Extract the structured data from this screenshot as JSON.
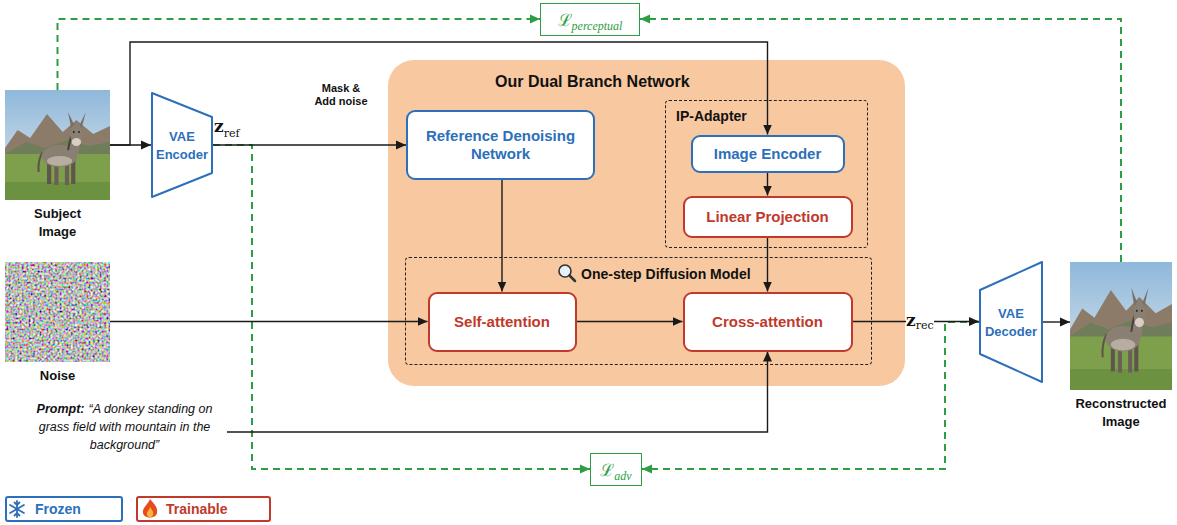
{
  "diagram": {
    "nodes": [
      {
        "text": [
          "ℒ",
          "perceptual"
        ]
      },
      {
        "text": [
          "Subject Image"
        ]
      },
      {
        "text": [
          "VAE Encoder"
        ]
      },
      {
        "text": [
          "Our Dual Branch Network"
        ]
      },
      {
        "text": [
          "Reference Denoising Network"
        ],
        "in": 3
      },
      {
        "text": [
          "IP-Adapter"
        ],
        "in": 3
      },
      {
        "text": [
          "Image Encoder"
        ],
        "in": 5
      },
      {
        "text": [
          "Linear Projection"
        ],
        "in": 5
      },
      {
        "text": [
          "One-step Diffusion Model"
        ],
        "in": 3
      },
      {
        "text": [
          "Self-attention"
        ],
        "in": 8
      },
      {
        "text": [
          "Cross-attention"
        ],
        "in": 8
      },
      {
        "text": [
          "VAE Decoder"
        ]
      },
      {
        "text": [
          "Reconstructed Image"
        ]
      },
      {
        "text": [
          "Noise"
        ]
      },
      {
        "text": [
          "Prompt:",
          "“A donkey standing on grass field with mountain in the background”"
        ]
      },
      {
        "text": [
          "ℒ",
          "adv"
        ]
      }
    ],
    "edges": [
      {
        "from": 1,
        "to": 2,
        "arrow": "to"
      },
      {
        "from": 1,
        "to": 6,
        "arrow": "to"
      },
      {
        "from": 2,
        "to": 4,
        "arrow": "to",
        "label": "Mask & Add noise"
      },
      {
        "from": 4,
        "to": 9,
        "arrow": "to"
      },
      {
        "from": 6,
        "to": 7,
        "arrow": "to"
      },
      {
        "from": 7,
        "to": 10,
        "arrow": "to"
      },
      {
        "from": 13,
        "to": 9,
        "arrow": "to"
      },
      {
        "from": 9,
        "to": 10,
        "arrow": "to"
      },
      {
        "from": 14,
        "to": 10,
        "arrow": "to"
      },
      {
        "from": 10,
        "to": 11,
        "arrow": "to"
      },
      {
        "from": 11,
        "to": 12,
        "arrow": "to"
      },
      {
        "from": 1,
        "to": 0,
        "arrow": "to"
      },
      {
        "from": 12,
        "to": 0,
        "arrow": "to"
      },
      {
        "from": 2,
        "to": 15,
        "arrow": "to"
      },
      {
        "from": 11,
        "to": 15,
        "arrow": "to"
      }
    ],
    "labels": [
      "z",
      "ref",
      "z",
      "rec"
    ],
    "legend": [
      {
        "text": "Frozen",
        "color": "#2c6fbb"
      },
      {
        "text": "Trainable",
        "color": "#c0392b"
      }
    ]
  }
}
